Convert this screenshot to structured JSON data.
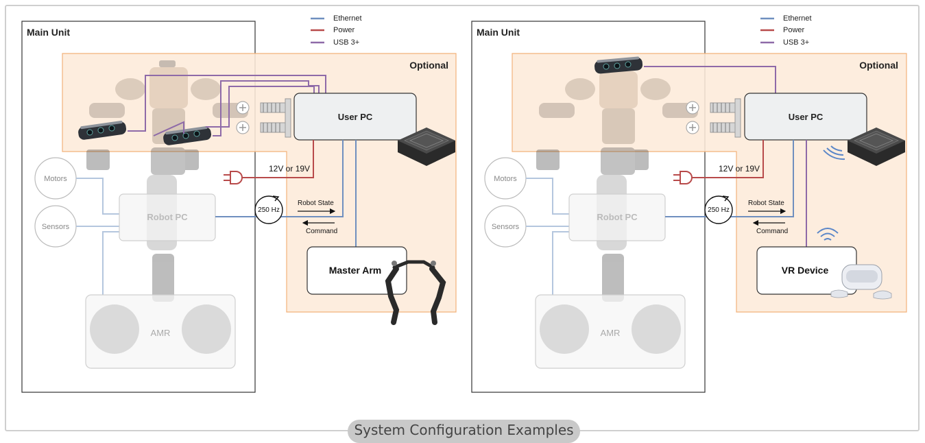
{
  "caption": "System Configuration Examples",
  "legend": [
    {
      "label": "Ethernet",
      "color": "#6f8fbf"
    },
    {
      "label": "Power",
      "color": "#b84a4a"
    },
    {
      "label": "USB 3+",
      "color": "#8e6aa8"
    }
  ],
  "colors": {
    "optional_fill": "#fdebd9",
    "optional_stroke": "#f2b27a",
    "ethernet": "#6f8fbf",
    "power": "#b84a4a",
    "usb": "#8e6aa8"
  },
  "panels": [
    {
      "main_unit": "Main Unit",
      "optional": "Optional",
      "user_pc": "User PC",
      "robot_pc": "Robot PC",
      "motors": "Motors",
      "sensors": "Sensors",
      "amr": "AMR",
      "power_label": "12V or 19V",
      "rate": "250 Hz",
      "robot_state": "Robot State",
      "command": "Command",
      "device": "Master Arm"
    },
    {
      "main_unit": "Main Unit",
      "optional": "Optional",
      "user_pc": "User PC",
      "robot_pc": "Robot PC",
      "motors": "Motors",
      "sensors": "Sensors",
      "amr": "AMR",
      "power_label": "12V or 19V",
      "rate": "250 Hz",
      "robot_state": "Robot State",
      "command": "Command",
      "device": "VR Device"
    }
  ]
}
